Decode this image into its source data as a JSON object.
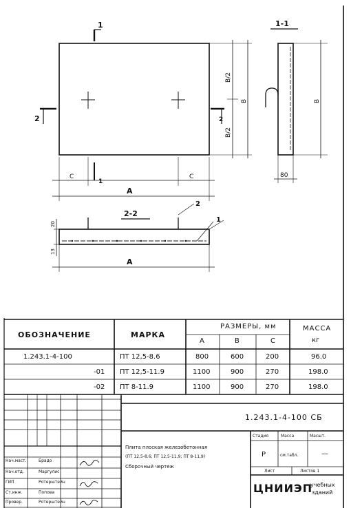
{
  "drawing": {
    "section_1_1": "1-1",
    "section_2_2": "2-2",
    "cut_mark_1": "1",
    "cut_mark_2": "2",
    "dim_A": "A",
    "dim_B": "B",
    "dim_B_half": "B/2",
    "dim_C": "C",
    "dim_80": "80",
    "dim_20": "20",
    "dim_13": "13",
    "leader_1": "1",
    "leader_2": "2"
  },
  "spec_table": {
    "headers": {
      "designation": "ОБОЗНАЧЕНИЕ",
      "mark": "МАРКА",
      "sizes": "РАЗМЕРЫ, мм",
      "col_a": "А",
      "col_b": "В",
      "col_c": "С",
      "mass": "МАССА",
      "mass_unit": "кг"
    },
    "rows": [
      {
        "designation": "1.243.1-4-100",
        "mark": "ПТ 12,5-8.6",
        "a": "800",
        "b": "600",
        "c": "200",
        "mass": "96.0"
      },
      {
        "designation": "-01",
        "mark": "ПТ 12,5-11.9",
        "a": "1100",
        "b": "900",
        "c": "270",
        "mass": "198.0"
      },
      {
        "designation": "-02",
        "mark": "ПТ 8-11.9",
        "a": "1100",
        "b": "900",
        "c": "270",
        "mass": "198.0"
      }
    ]
  },
  "title_block": {
    "doc_code": "1.243.1-4-100 СБ",
    "title_line1": "Плита плоская железобетонная",
    "title_line2": "(ПТ 12,5-8.6; ПТ 12,5-11,9; ПТ 8-11,9)",
    "title_line3": "Сборочный чертеж",
    "stage_label": "Стадия",
    "mass_label": "Масса",
    "scale_label": "Масшт.",
    "stage_value": "Р",
    "mass_value": "см.табл.",
    "scale_value": "—",
    "sheet_label": "Лист",
    "sheets_label": "Листов 1",
    "org_logo": "ЦНИИЭП",
    "org_name_line1": "учебных",
    "org_name_line2": "зданий",
    "signatures": [
      {
        "role": "Нач.маст.",
        "name": "Брадо"
      },
      {
        "role": "Нач.отд.",
        "name": "Маргулис"
      },
      {
        "role": "ГИП",
        "name": "Ротерштейн"
      },
      {
        "role": "Ст.инж.",
        "name": "Попова"
      },
      {
        "role": "Провер.",
        "name": "Ротерштейн"
      }
    ]
  }
}
